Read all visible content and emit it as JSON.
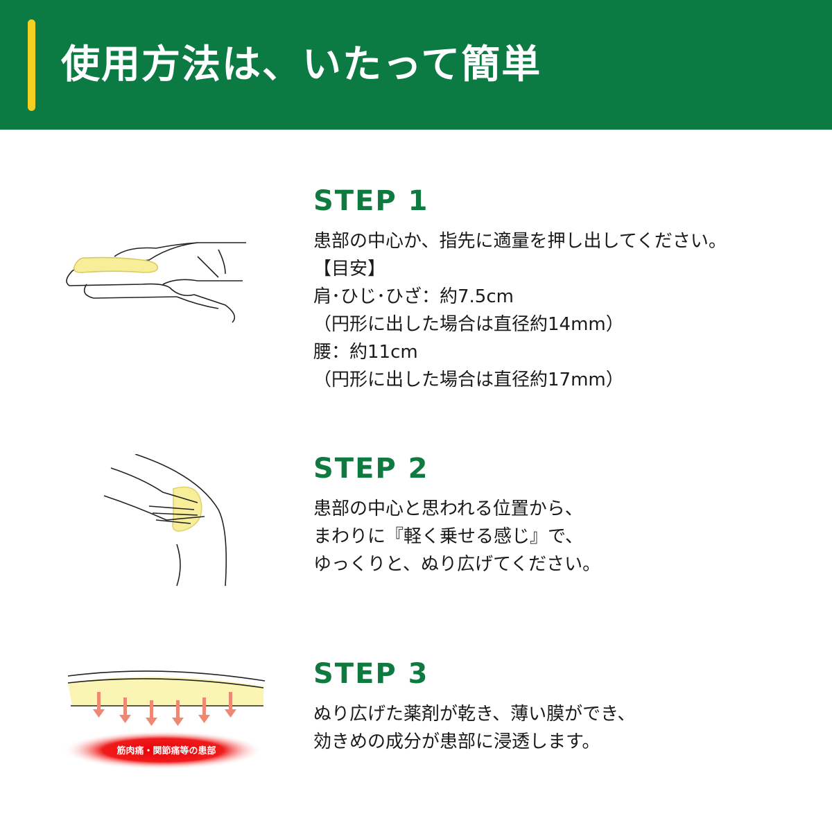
{
  "header": {
    "title": "使用方法は、いたって簡単"
  },
  "steps": [
    {
      "label": "STEP 1",
      "lines": [
        "患部の中心か、指先に適量を押し出してください。",
        "【目安】",
        "肩･ひじ･ひざ：約7.5cm",
        "（円形に出した場合は直径約14mm）",
        "腰：約11cm",
        "（円形に出した場合は直径約17mm）"
      ]
    },
    {
      "label": "STEP 2",
      "lines": [
        "患部の中心と思われる位置から、",
        "まわりに『軽く乗せる感じ』で、",
        "ゆっくりと、ぬり広げてください。"
      ]
    },
    {
      "label": "STEP 3",
      "lines": [
        "ぬり広げた薬剤が乾き、薄い膜ができ、",
        "効きめの成分が患部に浸透します。"
      ]
    }
  ],
  "illustration3": {
    "label": "筋肉痛・関節痛等の患部"
  },
  "colors": {
    "header": "#0b7a43",
    "accent": "#f3cf1f",
    "step": "#0f7a40"
  }
}
